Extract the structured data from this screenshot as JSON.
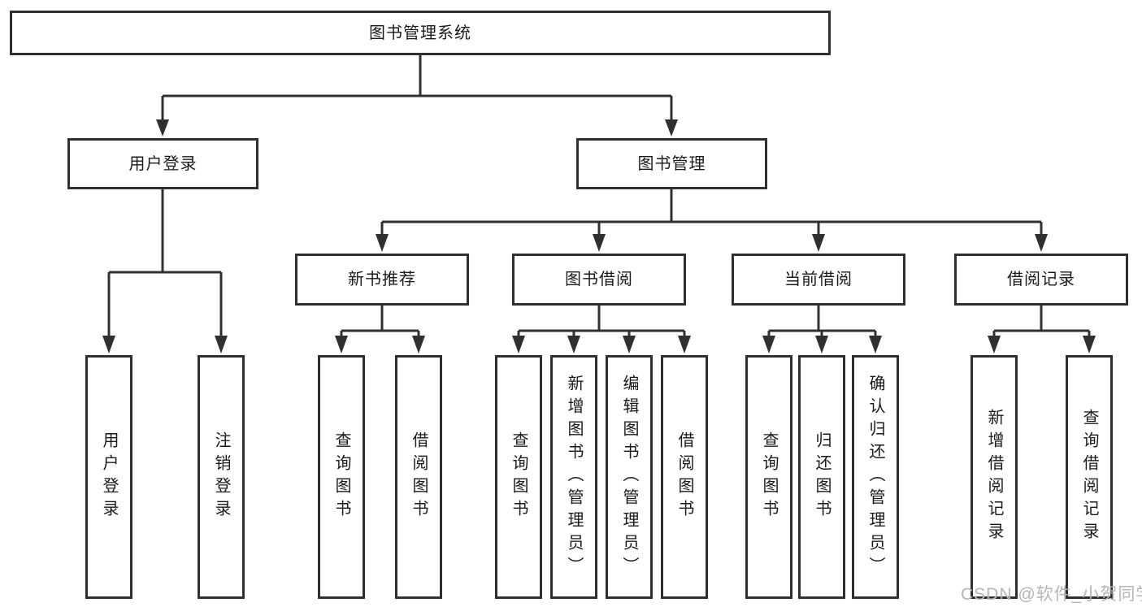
{
  "diagram_title": "图书管理系统",
  "tree": {
    "root": "图书管理系统",
    "branches": [
      {
        "label": "用户登录",
        "children": [
          "用户登录",
          "注销登录"
        ]
      },
      {
        "label": "图书管理",
        "children": [
          {
            "label": "新书推荐",
            "children": [
              "查询图书",
              "借阅图书"
            ]
          },
          {
            "label": "图书借阅",
            "children": [
              "查询图书",
              "新增图书（管理员）",
              "编辑图书（管理员）",
              "借阅图书"
            ]
          },
          {
            "label": "当前借阅",
            "children": [
              "查询图书",
              "归还图书",
              "确认归还（管理员）"
            ]
          },
          {
            "label": "借阅记录",
            "children": [
              "新增借阅记录",
              "查询借阅记录"
            ]
          }
        ]
      }
    ]
  },
  "watermark": {
    "text": "CSDN @软件_小贺同学",
    "color": "#b5b5b5"
  },
  "colors": {
    "line": "#303030",
    "box_border": "#303030",
    "text": "#1a1a1a",
    "background": "#ffffff"
  }
}
